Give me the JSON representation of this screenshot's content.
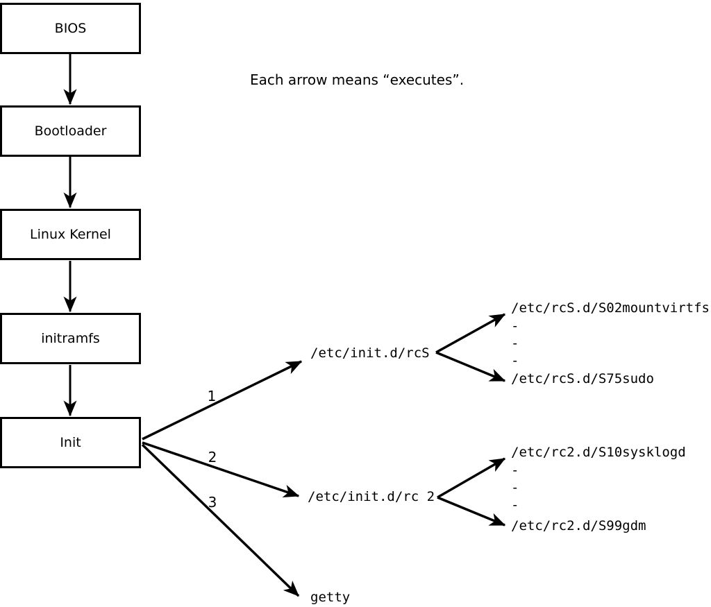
{
  "note": "Each arrow means “executes”.",
  "flow": [
    {
      "label": "BIOS"
    },
    {
      "label": "Bootloader"
    },
    {
      "label": "Linux Kernel"
    },
    {
      "label": "initramfs"
    },
    {
      "label": "Init"
    }
  ],
  "init_branches": [
    {
      "order": "1",
      "target": "/etc/init.d/rcS",
      "children": [
        "/etc/rcS.d/S02mountvirtfs",
        "-",
        "-",
        "-",
        "/etc/rcS.d/S75sudo"
      ]
    },
    {
      "order": "2",
      "target": "/etc/init.d/rc 2",
      "children": [
        "/etc/rc2.d/S10sysklogd",
        "-",
        "-",
        "-",
        "/etc/rc2.d/S99gdm"
      ]
    },
    {
      "order": "3",
      "target": "getty",
      "children": []
    }
  ],
  "colors": {
    "line": "#000000",
    "box_fill": "#ffffff",
    "background": "#ffffff"
  }
}
